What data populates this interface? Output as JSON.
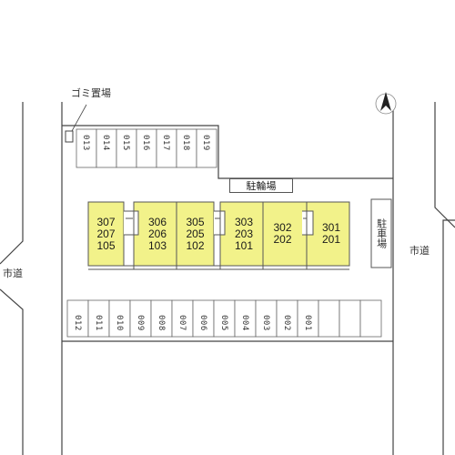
{
  "labels": {
    "garbage": "ゴミ置場",
    "bicycle": "駐輪場",
    "parking": "駐車場",
    "road_left": "市道",
    "road_right": "市道"
  },
  "colors": {
    "building_fill": "#f2f28a",
    "line": "#444444"
  },
  "icons": {
    "compass": "north-arrow-icon"
  },
  "parking_top": [
    "013",
    "014",
    "015",
    "016",
    "017",
    "018",
    "019"
  ],
  "parking_bottom": [
    "012",
    "011",
    "010",
    "009",
    "008",
    "007",
    "006",
    "005",
    "004",
    "003",
    "002",
    "001",
    "",
    "",
    ""
  ],
  "units": [
    {
      "rooms": [
        "307",
        "207",
        "105"
      ]
    },
    {
      "rooms": [
        "306",
        "206",
        "103"
      ]
    },
    {
      "rooms": [
        "305",
        "205",
        "102"
      ]
    },
    {
      "rooms": [
        "303",
        "203",
        "101"
      ]
    },
    {
      "rooms": [
        "302",
        "202"
      ]
    },
    {
      "rooms": [
        "301",
        "201"
      ]
    }
  ]
}
